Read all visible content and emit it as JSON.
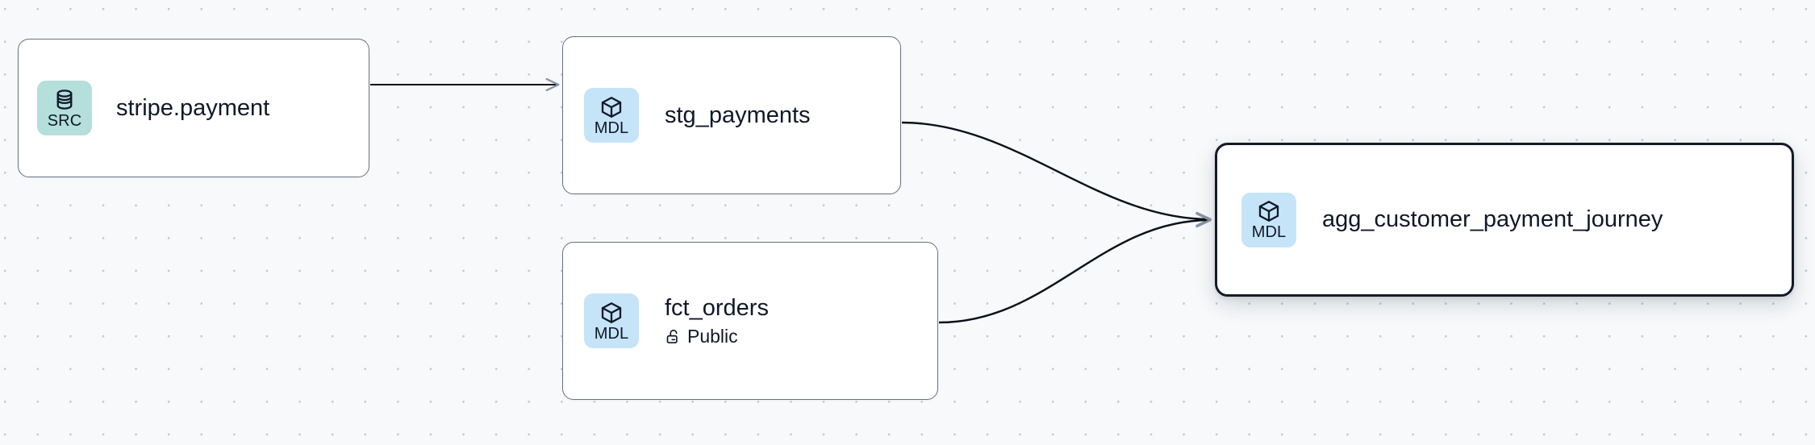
{
  "canvas": {
    "background_color": "#f7f9fb",
    "grid": "dot-grid",
    "grid_dot_color": "#c2c8d4"
  },
  "graph": {
    "type": "lineage-dag",
    "nodes": [
      {
        "id": "stripe-payment",
        "title": "stripe.payment",
        "badge_label": "SRC",
        "badge_icon": "database-icon",
        "badge_color": "#b4dfdb",
        "selected": false,
        "subtitle": null,
        "subtitle_icon": null
      },
      {
        "id": "stg-payments",
        "title": "stg_payments",
        "badge_label": "MDL",
        "badge_icon": "cube-icon",
        "badge_color": "#c5e4f8",
        "selected": false,
        "subtitle": null,
        "subtitle_icon": null
      },
      {
        "id": "fct-orders",
        "title": "fct_orders",
        "badge_label": "MDL",
        "badge_icon": "cube-icon",
        "badge_color": "#c5e4f8",
        "selected": false,
        "subtitle": "Public",
        "subtitle_icon": "unlock-icon"
      },
      {
        "id": "agg-customer-payment-journey",
        "title": "agg_customer_payment_journey",
        "badge_label": "MDL",
        "badge_icon": "cube-icon",
        "badge_color": "#c5e4f8",
        "selected": true,
        "subtitle": null,
        "subtitle_icon": null
      }
    ],
    "edges": [
      {
        "id": "edge-stripe-to-stg",
        "from": "stripe-payment",
        "to": "stg-payments",
        "style": "straight-arrow"
      },
      {
        "id": "edge-stg-to-agg",
        "from": "stg-payments",
        "to": "agg-customer-payment-journey",
        "style": "bezier-arrow"
      },
      {
        "id": "edge-fct-to-agg",
        "from": "fct-orders",
        "to": "agg-customer-payment-journey",
        "style": "bezier-arrow"
      }
    ],
    "edge_color": "#0b0f19",
    "selected_border_color": "#141a26",
    "node_border_color": "#6b7280"
  }
}
